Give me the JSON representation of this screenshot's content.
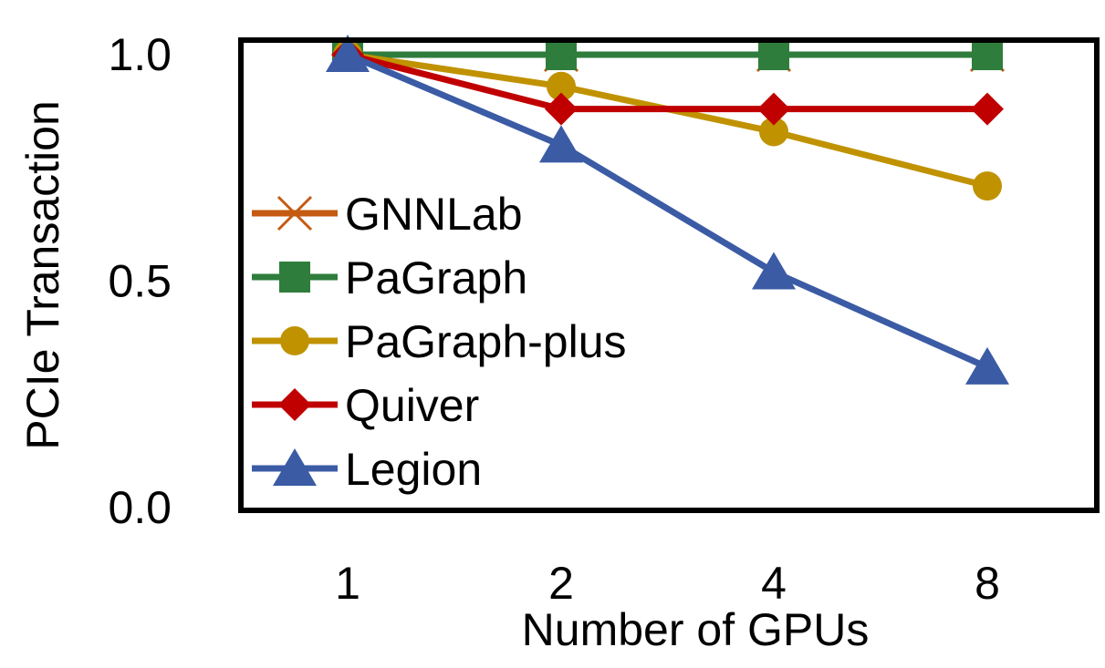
{
  "chart_data": {
    "type": "line",
    "title": "",
    "xlabel": "Number of GPUs",
    "ylabel": "PCIe Transaction",
    "categories": [
      "1",
      "2",
      "4",
      "8"
    ],
    "ylim": [
      0,
      1.0
    ],
    "yticks": [
      "0.0",
      "0.5",
      "1.0"
    ],
    "grid": false,
    "legend_position": "left",
    "series": [
      {
        "name": "GNNLab",
        "values": [
          1.0,
          1.0,
          1.0,
          1.0
        ],
        "color": "#C55A11",
        "marker": "x"
      },
      {
        "name": "PaGraph",
        "values": [
          1.0,
          1.0,
          1.0,
          1.0
        ],
        "color": "#2E7D3C",
        "marker": "square"
      },
      {
        "name": "PaGraph-plus",
        "values": [
          1.0,
          0.93,
          0.83,
          0.71
        ],
        "color": "#C09200",
        "marker": "circle"
      },
      {
        "name": "Quiver",
        "values": [
          1.0,
          0.88,
          0.88,
          0.88
        ],
        "color": "#C00000",
        "marker": "diamond"
      },
      {
        "name": "Legion",
        "values": [
          1.0,
          0.8,
          0.52,
          0.31
        ],
        "color": "#3B5BA5",
        "marker": "triangle"
      }
    ]
  }
}
